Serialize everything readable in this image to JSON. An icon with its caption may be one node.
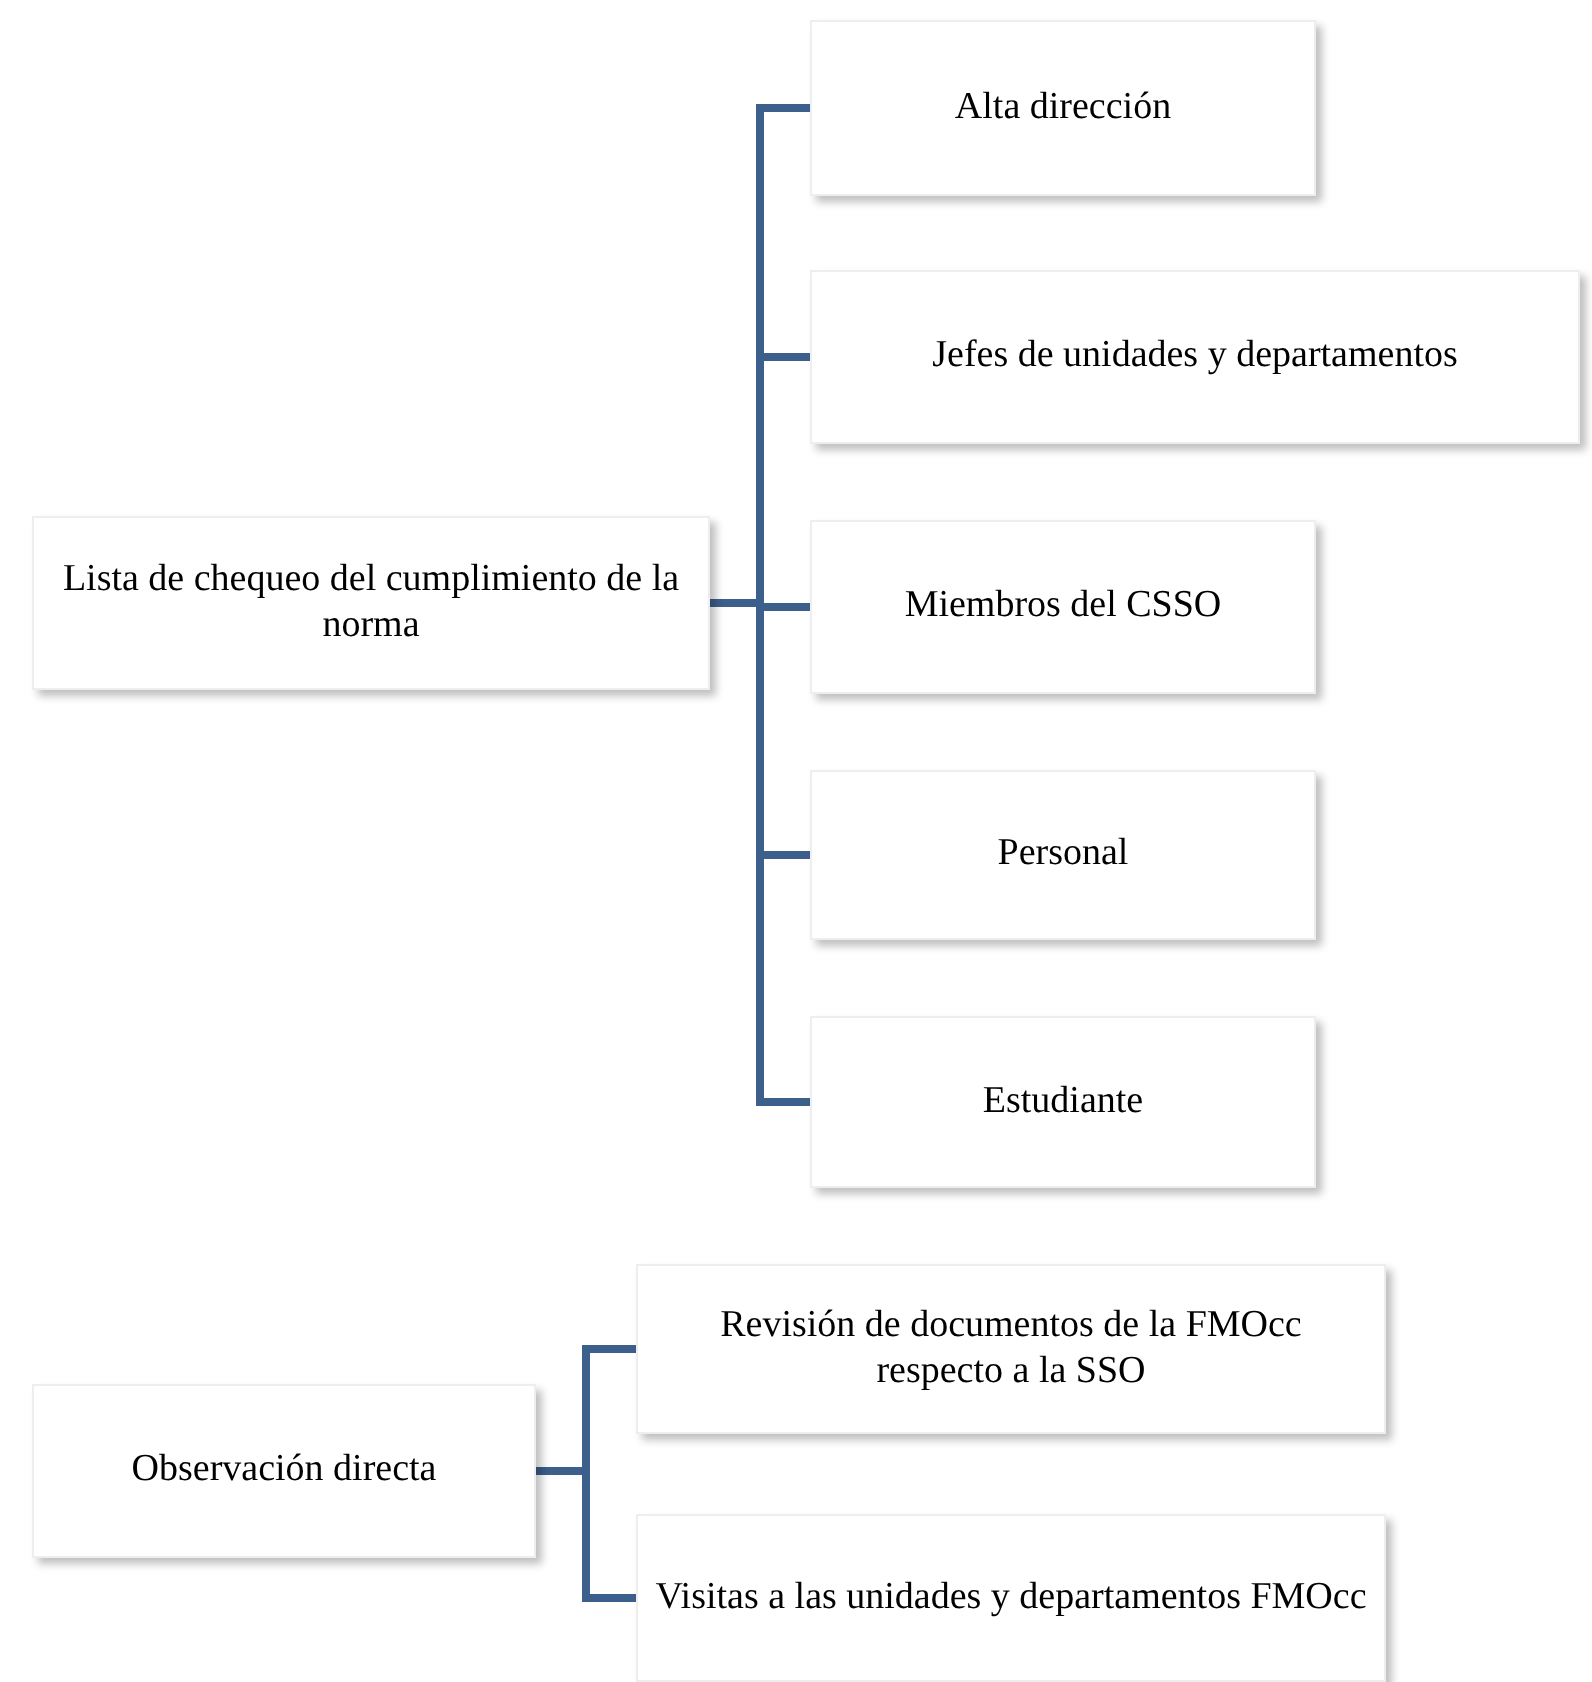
{
  "diagram": {
    "nodes": [
      {
        "text": [
          "Lista de chequeo del cumplimiento de la norma"
        ]
      },
      {
        "text": [
          "Alta dirección"
        ]
      },
      {
        "text": [
          "Jefes de unidades y departamentos"
        ]
      },
      {
        "text": [
          "Miembros del CSSO"
        ]
      },
      {
        "text": [
          "Personal"
        ]
      },
      {
        "text": [
          "Estudiante"
        ]
      },
      {
        "text": [
          "Observación directa"
        ]
      },
      {
        "text": [
          "Revisión de documentos de la FMOcc respecto a la SSO"
        ]
      },
      {
        "text": [
          "Visitas a las unidades y departamentos FMOcc"
        ]
      }
    ],
    "edges": [
      {
        "from": 0,
        "to": 1,
        "arrow": "none"
      },
      {
        "from": 0,
        "to": 2,
        "arrow": "none"
      },
      {
        "from": 0,
        "to": 3,
        "arrow": "none"
      },
      {
        "from": 0,
        "to": 4,
        "arrow": "none"
      },
      {
        "from": 0,
        "to": 5,
        "arrow": "none"
      },
      {
        "from": 6,
        "to": 7,
        "arrow": "none"
      },
      {
        "from": 6,
        "to": 8,
        "arrow": "none"
      }
    ]
  }
}
